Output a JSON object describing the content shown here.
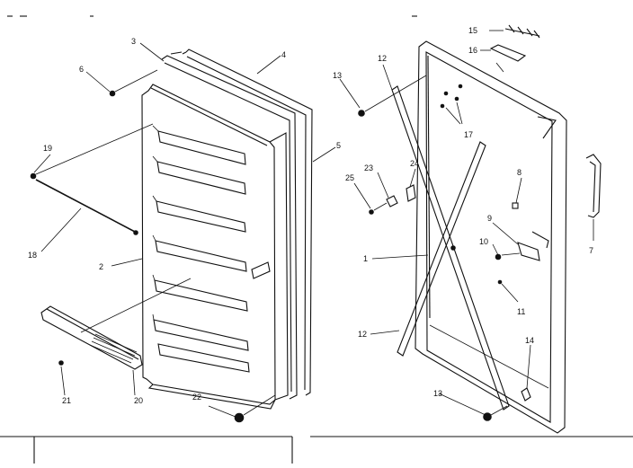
{
  "diagram": {
    "labels": {
      "l1": "1",
      "l2": "2",
      "l3": "3",
      "l4": "4",
      "l5": "5",
      "l6": "6",
      "l7": "7",
      "l8": "8",
      "l9": "9",
      "l10": "10",
      "l11": "11",
      "l12a": "12",
      "l12b": "12",
      "l13a": "13",
      "l13b": "13",
      "l14": "14",
      "l15": "15",
      "l16": "16",
      "l17": "17",
      "l18": "18",
      "l19": "19",
      "l20": "20",
      "l21": "21",
      "l22": "22",
      "l23": "23",
      "l24": "24",
      "l25": "25"
    }
  }
}
